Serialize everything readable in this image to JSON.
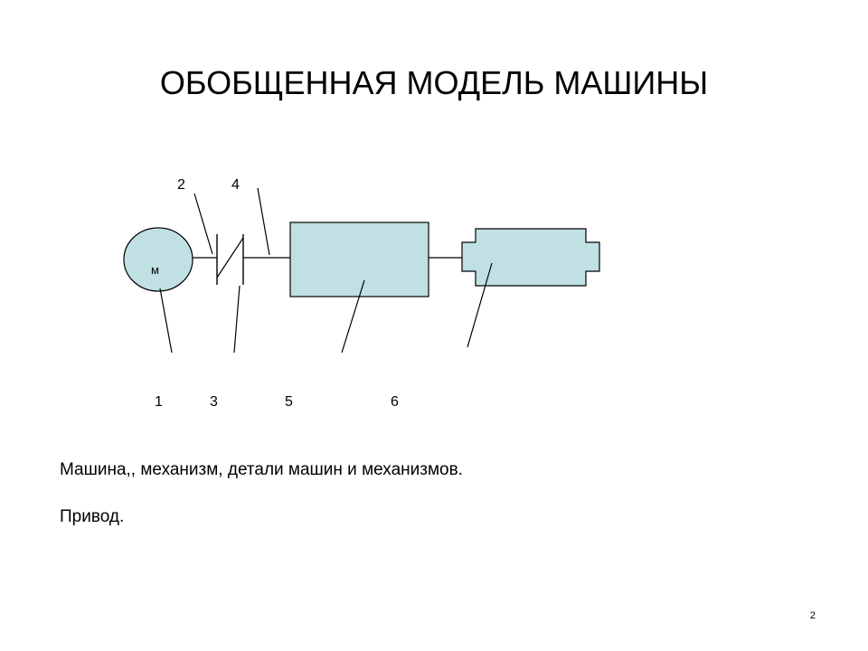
{
  "slide": {
    "title": "ОБОБЩЕННАЯ МОДЕЛЬ МАШИНЫ",
    "page_number": "2"
  },
  "diagram": {
    "motor_label": "м",
    "callouts_top": [
      "2",
      "4"
    ],
    "callouts_bottom": [
      "1",
      "3",
      "5",
      "6"
    ],
    "colors": {
      "fill": "#c0e0e4",
      "stroke": "#000000"
    }
  },
  "body": {
    "line_1": "Машина,, механизм, детали машин и механизмов.",
    "line_2": "Привод."
  }
}
